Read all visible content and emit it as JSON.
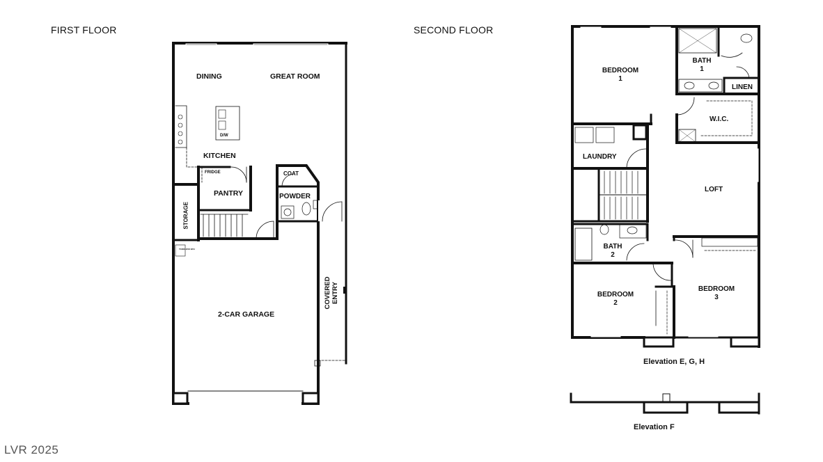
{
  "titles": {
    "first_floor": "FIRST FLOOR",
    "second_floor": "SECOND FLOOR"
  },
  "first_floor_rooms": {
    "dining": "DINING",
    "great_room": "GREAT ROOM",
    "kitchen": "KITCHEN",
    "dw": "D/W",
    "fridge": "FRIDGE",
    "pantry": "PANTRY",
    "coat": "COAT",
    "powder": "POWDER",
    "storage": "STORAGE",
    "garage": "2-CAR GARAGE",
    "covered_entry": "COVERED ENTRY",
    "water_heater": "TANKLESS W/H"
  },
  "second_floor_rooms": {
    "bedroom1": "BEDROOM\n1",
    "bath1": "BATH\n1",
    "linen": "LINEN",
    "wic": "W.I.C.",
    "laundry": "LAUNDRY",
    "loft": "LOFT",
    "bath2": "BATH\n2",
    "bedroom2": "BEDROOM\n2",
    "bedroom3": "BEDROOM\n3"
  },
  "elevations": {
    "egh": "Elevation E, G, H",
    "f": "Elevation F"
  },
  "watermark": "LVR 2025"
}
